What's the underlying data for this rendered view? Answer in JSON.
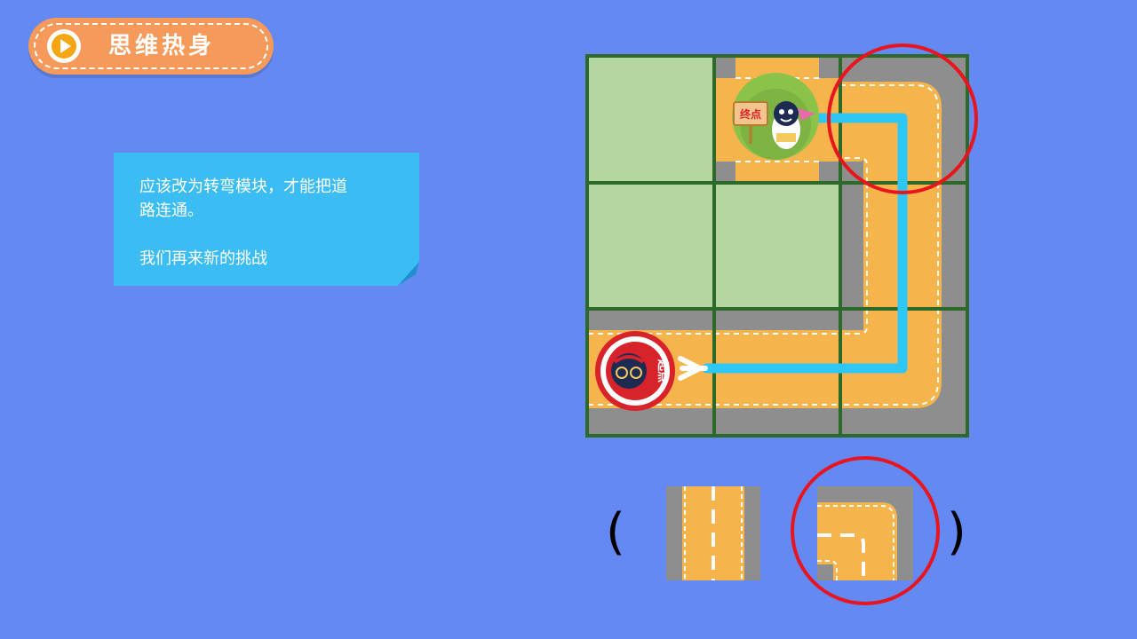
{
  "header": {
    "title": "思维热身",
    "icon": "play-icon",
    "pill_color": "#f59a5a",
    "icon_color": "#f4a615"
  },
  "note": {
    "line1": "应该改为转弯模块，才能把道",
    "line2": "路连通。",
    "line3": "我们再来新的挑战",
    "color": "#3bbcf2"
  },
  "board": {
    "start_label": "起点",
    "end_label": "终点",
    "grass_color": "#b4d7a1",
    "road_color": "#f6b44c",
    "asphalt_color": "#8e8e8e",
    "path_color": "#2ec6f3",
    "highlight_color": "#e8141e",
    "border_color": "#2d6a2a"
  },
  "options": {
    "open_paren": "(",
    "close_paren": ")",
    "items": [
      {
        "name": "straight-tile",
        "selected": false
      },
      {
        "name": "turn-tile",
        "selected": true
      }
    ]
  }
}
